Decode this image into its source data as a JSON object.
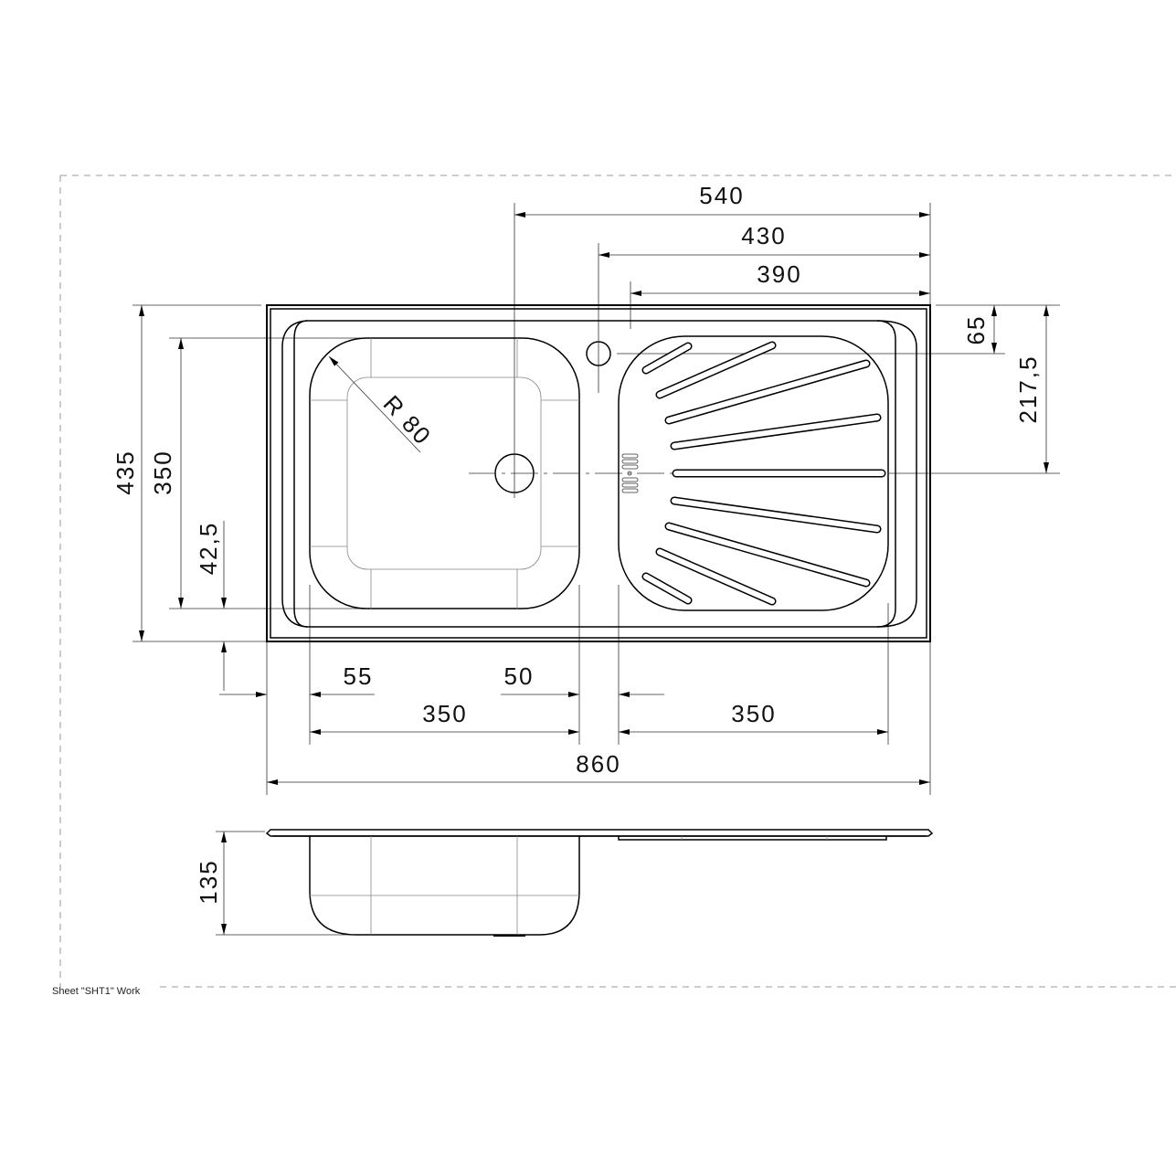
{
  "sheet_label": "Sheet \"SHT1\" Work",
  "dimensions": {
    "d540": "540",
    "d430": "430",
    "d390": "390",
    "d65": "65",
    "d217": "217,5",
    "d435": "435",
    "d350v": "350",
    "d42": "42,5",
    "d55": "55",
    "d50": "50",
    "d350a": "350",
    "d350b": "350",
    "d860": "860",
    "d135": "135",
    "radius": "R 80"
  }
}
